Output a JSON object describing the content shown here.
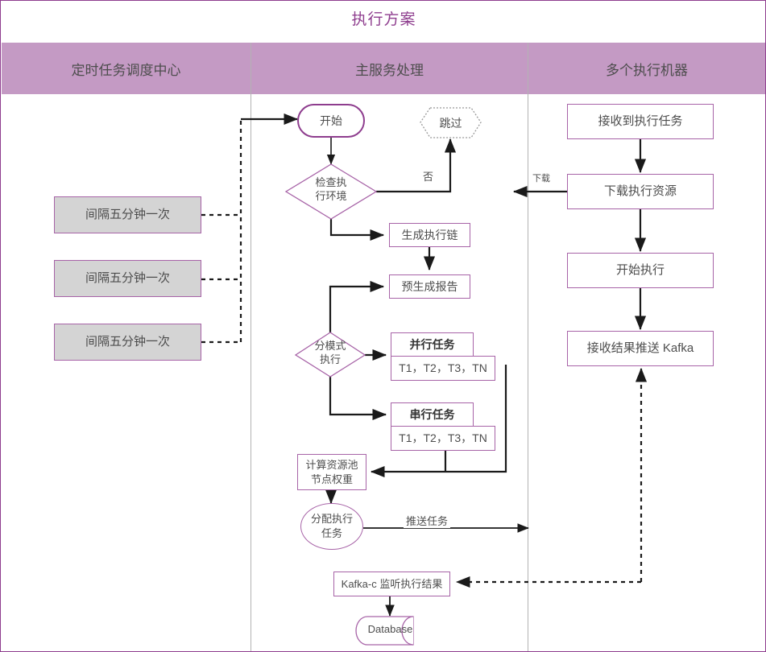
{
  "title": "执行方案",
  "lanes": [
    {
      "id": "scheduler",
      "label": "定时任务调度中心"
    },
    {
      "id": "main-service",
      "label": "主服务处理"
    },
    {
      "id": "executors",
      "label": "多个执行机器"
    }
  ],
  "nodes": {
    "timer1": "间隔五分钟一次",
    "timer2": "间隔五分钟一次",
    "timer3": "间隔五分钟一次",
    "start": "开始",
    "skip": "跳过",
    "check_env": "检查执\n行环境",
    "check_env_l1": "检查执",
    "check_env_l2": "行环境",
    "gen_chain": "生成执行链",
    "pre_report": "预生成报告",
    "mode_split_l1": "分模式",
    "mode_split_l2": "执行",
    "parallel_title": "并行任务",
    "parallel_body": "T1，T2，T3，TN",
    "serial_title": "串行任务",
    "serial_body": "T1，T2，T3，TN",
    "calc_weight_l1": "计算资源池",
    "calc_weight_l2": "节点权重",
    "assign_l1": "分配执行",
    "assign_l2": "任务",
    "kafka_consumer": "Kafka-c 监听执行结果",
    "database": "Database",
    "recv_task": "接收到执行任务",
    "download_res": "下载执行资源",
    "begin_exec": "开始执行",
    "push_kafka": "接收结果推送 Kafka"
  },
  "edge_labels": {
    "no": "否",
    "download": "下载",
    "push_task": "推送任务"
  },
  "colors": {
    "title": "#8e3d8e",
    "lane_header": "#c49ac4",
    "node_border": "#a763a7",
    "start_border": "#8e3d8e",
    "gray_fill": "#d4d4d4",
    "arrow": "#1a1a1a",
    "skip_border": "#999999",
    "divider": "#b3b3b3"
  }
}
